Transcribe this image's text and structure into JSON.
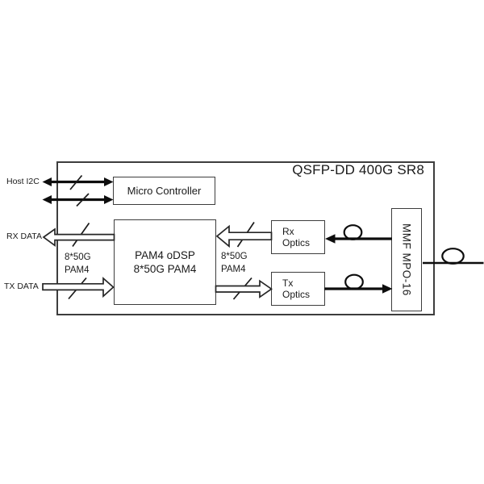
{
  "title": "QSFP-DD 400G SR8",
  "blocks": {
    "micro_controller": {
      "label": "Micro Controller"
    },
    "odsp": {
      "line1": "PAM4 oDSP",
      "line2": "8*50G PAM4"
    },
    "rx_optics": {
      "line1": "Rx",
      "line2": "Optics"
    },
    "tx_optics": {
      "line1": "Tx",
      "line2": "Optics"
    },
    "mpo": {
      "label": "MMF MPO-16"
    }
  },
  "ports": {
    "host_i2c": {
      "label": "Host I2C"
    },
    "rx_data": {
      "label": "RX DATA"
    },
    "tx_data": {
      "label": "TX DATA"
    }
  },
  "bus_labels": {
    "left": {
      "line1": "8*50G",
      "line2": "PAM4"
    },
    "right": {
      "line1": "8*50G",
      "line2": "PAM4"
    }
  },
  "colors": {
    "background": "#ffffff",
    "box_border": "#3d3d3d",
    "wire": "#0d0d0d",
    "text": "#1a1a1a"
  }
}
